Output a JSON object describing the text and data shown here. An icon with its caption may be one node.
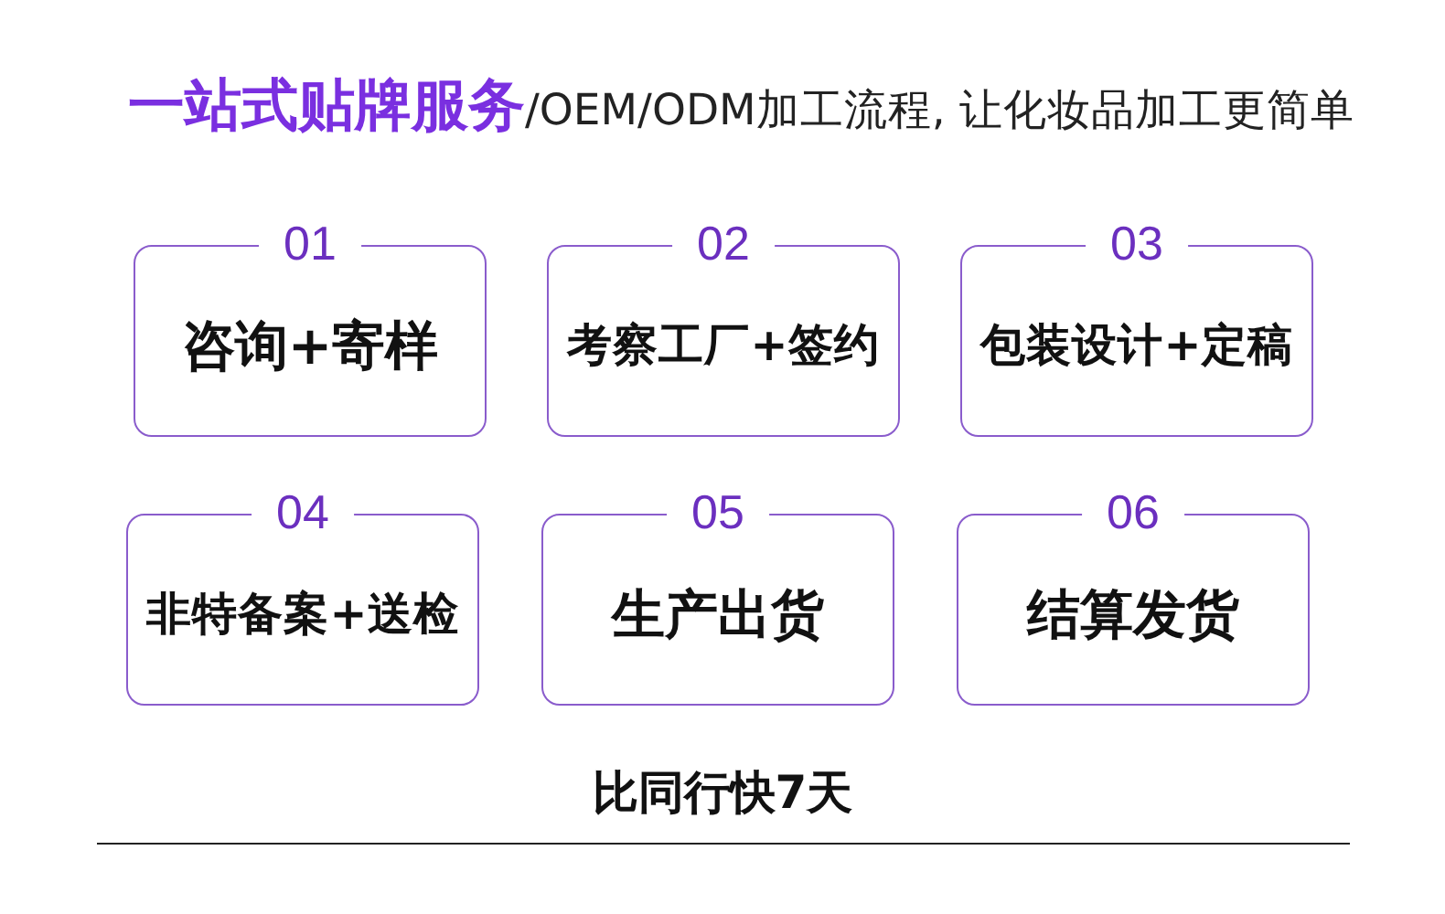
{
  "diagram": {
    "title": "**一站式贴牌服务**/OEM/ODM加工流程, 让化妆品加工更简单",
    "nodes": [
      {
        "text": [
          "01",
          "咨询+寄样"
        ]
      },
      {
        "text": [
          "02",
          "考察工厂+签约"
        ]
      },
      {
        "text": [
          "03",
          "包装设计+定稿"
        ]
      },
      {
        "text": [
          "04",
          "非特备案+送检"
        ]
      },
      {
        "text": [
          "05",
          "生产出货"
        ]
      },
      {
        "text": [
          "06",
          "结算发货"
        ]
      }
    ],
    "edges": [],
    "labels": [
      "比同行快7天"
    ]
  }
}
